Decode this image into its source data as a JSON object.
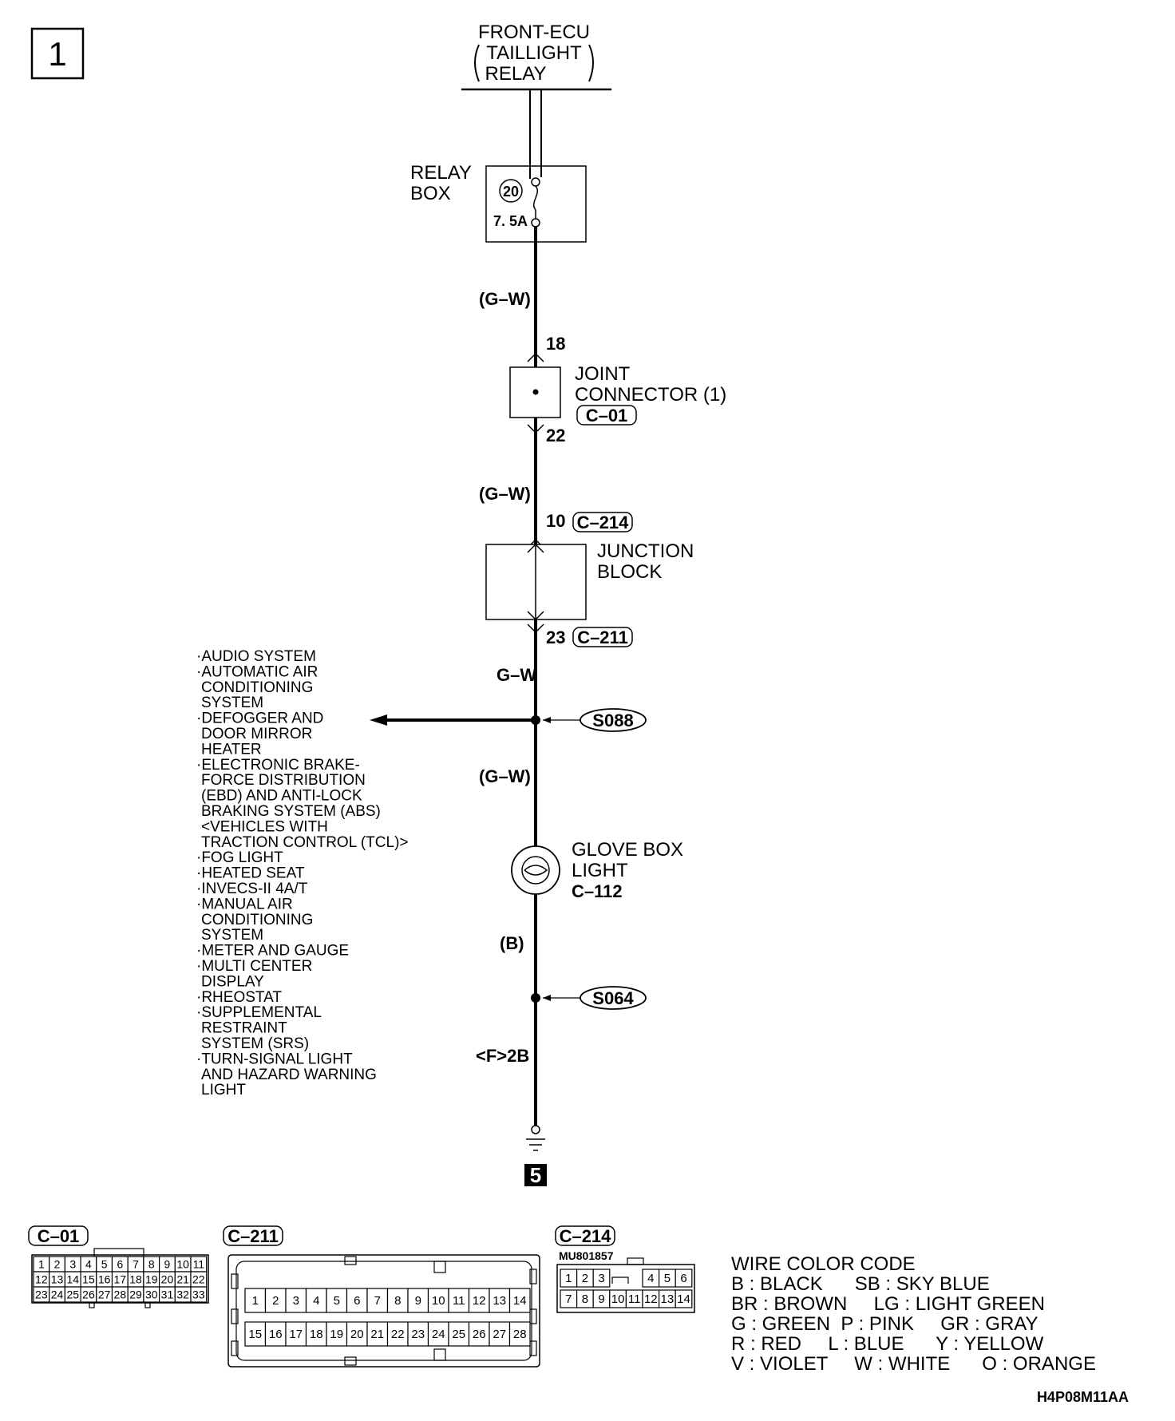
{
  "page_number": "1",
  "source": {
    "line1": "FRONT-ECU",
    "line2": "TAILLIGHT",
    "line3": "RELAY"
  },
  "relay_box": {
    "label_line1": "RELAY",
    "label_line2": "BOX",
    "fuse_number": "20",
    "fuse_rating": "7. 5A"
  },
  "wire_segments": {
    "seg1": "(G–W)",
    "seg2": "(G–W)",
    "seg3": "G–W",
    "seg4": "(G–W)",
    "seg5": "(B)",
    "seg6": "<F>2B"
  },
  "joint_connector": {
    "label_line1": "JOINT",
    "label_line2": "CONNECTOR (1)",
    "connector_id": "C–01",
    "pin_in": "18",
    "pin_out": "22"
  },
  "junction_block": {
    "label_line1": "JUNCTION",
    "label_line2": "BLOCK",
    "pin_in": "10",
    "connector_in": "C–214",
    "pin_out": "23",
    "connector_out": "C–211"
  },
  "splices": {
    "upper": "S088",
    "lower": "S064"
  },
  "branch_destinations": [
    "·AUDIO SYSTEM",
    "·AUTOMATIC AIR",
    "CONDITIONING",
    "SYSTEM",
    "·DEFOGGER AND",
    "DOOR MIRROR",
    "HEATER",
    "·ELECTRONIC BRAKE-",
    "FORCE DISTRIBUTION",
    "(EBD) AND ANTI-LOCK",
    "BRAKING SYSTEM (ABS)",
    "<VEHICLES WITH",
    "TRACTION CONTROL (TCL)>",
    "·FOG LIGHT",
    "·HEATED SEAT",
    "·INVECS-II 4A/T",
    "·MANUAL AIR",
    "CONDITIONING",
    "SYSTEM",
    "·METER AND GAUGE",
    "·MULTI CENTER",
    "DISPLAY",
    "·RHEOSTAT",
    "·SUPPLEMENTAL",
    "RESTRAINT",
    "SYSTEM (SRS)",
    "·TURN-SIGNAL LIGHT",
    "AND HAZARD WARNING",
    "LIGHT"
  ],
  "glove_box_light": {
    "label_line1": "GLOVE BOX",
    "label_line2": "LIGHT",
    "connector_id": "C–112"
  },
  "ground_reference": "5",
  "connector_views": {
    "c01": {
      "id": "C–01",
      "row1": [
        "1",
        "2",
        "3",
        "4",
        "5",
        "6",
        "7",
        "8",
        "9",
        "10",
        "11"
      ],
      "row2": [
        "12",
        "13",
        "14",
        "15",
        "16",
        "17",
        "18",
        "19",
        "20",
        "21",
        "22"
      ],
      "row3": [
        "23",
        "24",
        "25",
        "26",
        "27",
        "28",
        "29",
        "30",
        "31",
        "32",
        "33"
      ]
    },
    "c211": {
      "id": "C–211",
      "row1": [
        "1",
        "2",
        "3",
        "4",
        "5",
        "6",
        "7",
        "8",
        "9",
        "10",
        "11",
        "12",
        "13",
        "14"
      ],
      "row2": [
        "15",
        "16",
        "17",
        "18",
        "19",
        "20",
        "21",
        "22",
        "23",
        "24",
        "25",
        "26",
        "27",
        "28"
      ]
    },
    "c214": {
      "id": "C–214",
      "part_number": "MU801857",
      "row1": [
        "1",
        "2",
        "3",
        "",
        "",
        "4",
        "5",
        "6"
      ],
      "row2": [
        "7",
        "8",
        "9",
        "10",
        "11",
        "12",
        "13",
        "14"
      ]
    }
  },
  "wire_color_code": {
    "title": "WIRE COLOR CODE",
    "lines": [
      "B : BLACK      SB : SKY BLUE",
      "BR : BROWN     LG : LIGHT GREEN",
      "G : GREEN  P : PINK     GR : GRAY",
      "R : RED     L : BLUE      Y : YELLOW",
      "V : VIOLET     W : WHITE      O : ORANGE"
    ]
  },
  "figure_code": "H4P08M11AA"
}
